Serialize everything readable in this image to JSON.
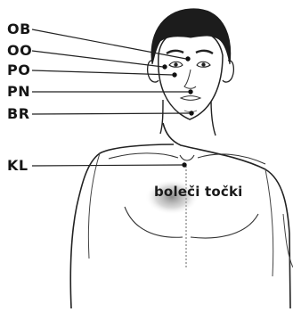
{
  "labels": [
    "OB",
    "OO",
    "PO",
    "PN",
    "BR",
    "KL"
  ],
  "annotation": "boleči točki",
  "colors": {
    "ink": "#161616",
    "hair": "#1c1c1c",
    "shading": "#8a8a8a",
    "background": "#ffffff"
  }
}
